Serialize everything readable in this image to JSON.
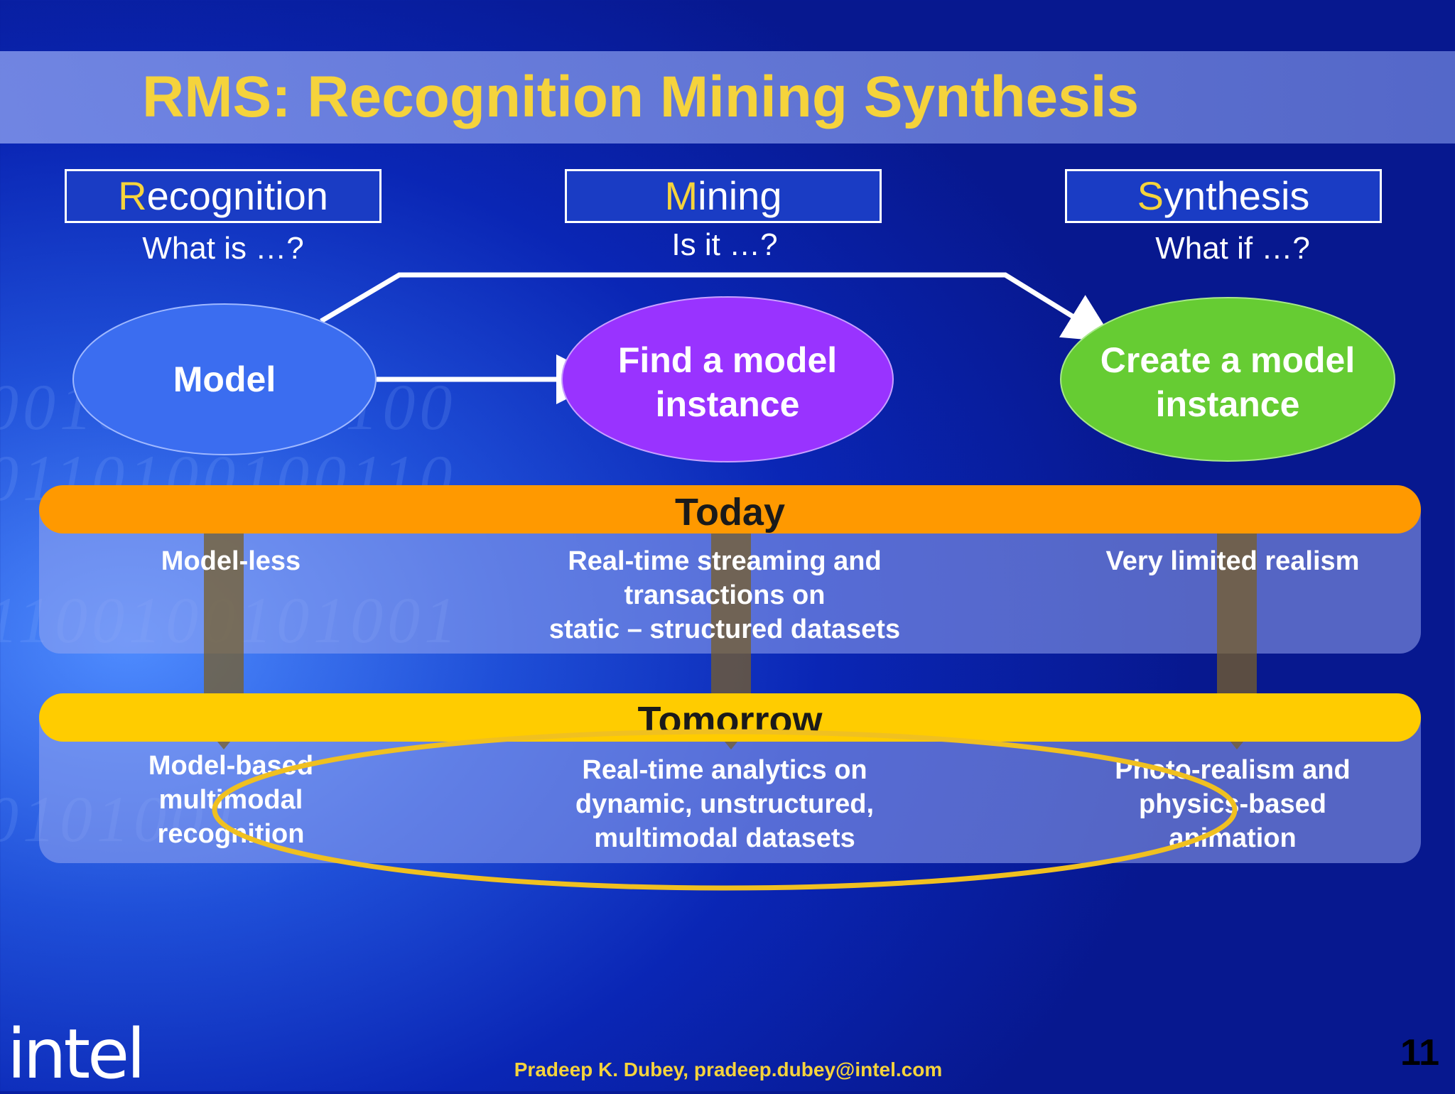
{
  "slide": {
    "title": "RMS: Recognition Mining Synthesis",
    "page_number": "11",
    "author": "Pradeep K. Dubey, pradeep.dubey@intel.com",
    "logo": "intel"
  },
  "columns": [
    {
      "header_first": "R",
      "header_rest": "ecognition",
      "question": "What is …?",
      "node": "Model",
      "node_color": "#3b6df0"
    },
    {
      "header_first": "M",
      "header_rest": "ining",
      "question": "Is it …?",
      "node_line1": "Find a model",
      "node_line2": "instance",
      "node_color": "#9933ff"
    },
    {
      "header_first": "S",
      "header_rest": "ynthesis",
      "question": "What if …?",
      "node_line1": "Create a model",
      "node_line2": "instance",
      "node_color": "#66cc33"
    }
  ],
  "today": {
    "label": "Today",
    "color": "#ff9900",
    "recognition": "Model-less",
    "mining_lines": [
      "Real-time streaming and",
      "transactions on",
      "static – structured datasets"
    ],
    "synthesis": "Very limited realism"
  },
  "tomorrow": {
    "label": "Tomorrow",
    "color": "#ffcc00",
    "recognition_lines": [
      "Model-based",
      "multimodal",
      "recognition"
    ],
    "mining_lines": [
      "Real-time analytics on",
      "dynamic, unstructured,",
      "multimodal datasets"
    ],
    "synthesis_lines": [
      "Photo-realism and",
      "physics-based",
      "animation"
    ]
  },
  "colors": {
    "accent": "#f5d33c",
    "highlight_ring": "#f0c020"
  }
}
